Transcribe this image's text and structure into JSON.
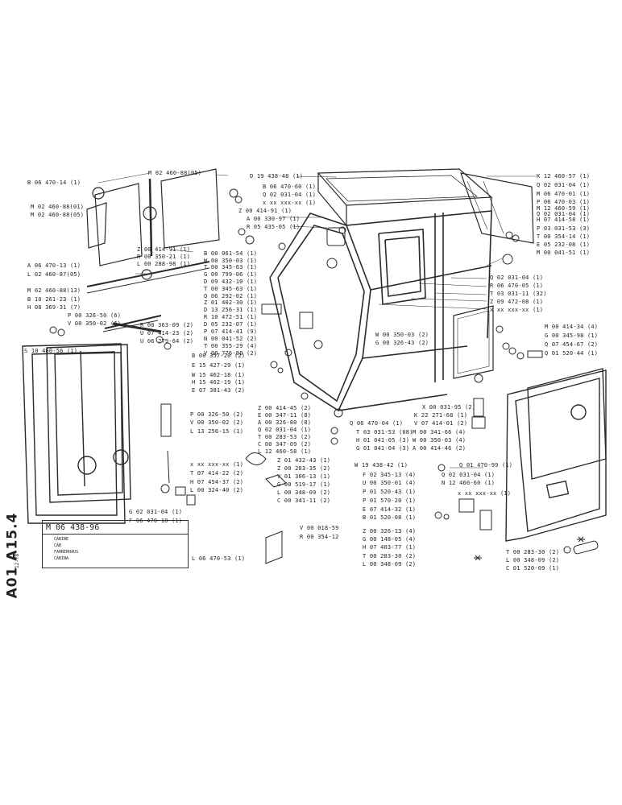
{
  "side_code": "A01 A15.4",
  "date_code": "12-78",
  "title_block": {
    "part_number": "M 06 438-96",
    "captions": [
      "CABINE",
      "CAB",
      "FAHRERHAUS",
      "CABINA"
    ]
  },
  "bottom_ref": "L 06 470-53 (1)",
  "labels": [
    {
      "t": "B 06 470-14 (1)"
    },
    {
      "t": "M 02 460-88(05)"
    },
    {
      "t": "M 02 460-88(01)"
    },
    {
      "t": "M 02 460-88(05)"
    },
    {
      "t": "Z 00 414-91 (1)"
    },
    {
      "t": "R 00 350-21 (1)"
    },
    {
      "t": "L 00 288-98 (1)"
    },
    {
      "t": "A 06 470-13 (1)"
    },
    {
      "t": "L 02 460-87(05)"
    },
    {
      "t": "M 02 460-88(13)"
    },
    {
      "t": "B 10 261-23 (1)"
    },
    {
      "t": "H 08 369-31 (7)"
    },
    {
      "t": "D 19 438-48 (1)"
    },
    {
      "t": "B 06 470-60 (1)"
    },
    {
      "t": "Q 02 031-04 (1)"
    },
    {
      "t": "x xx xxx-xx (1)"
    },
    {
      "t": "Z 00 414-91 (1)"
    },
    {
      "t": "A 00 330-97 (1)"
    },
    {
      "t": "R 05 435-05 (1)"
    },
    {
      "t": "B 00 061-54 (1)"
    },
    {
      "t": "W 00 350-03 (1)"
    },
    {
      "t": "T 00 345-63 (1)"
    },
    {
      "t": "G 00 799-06 (1)"
    },
    {
      "t": "D 09 432-10 (1)"
    },
    {
      "t": "T 00 345-63 (1)"
    },
    {
      "t": "Q 06 292-02 (1)"
    },
    {
      "t": "Z 01 402-30 (1)"
    },
    {
      "t": "D 13 256-31 (1)"
    },
    {
      "t": "R 10 472-51 (1)"
    },
    {
      "t": "D 05 232-07 (1)"
    },
    {
      "t": "P 07 414-41 (9)"
    },
    {
      "t": "N 00 041-52 (2)"
    },
    {
      "t": "T 00 355-29 (4)"
    },
    {
      "t": "V 00 776-88 (2)"
    },
    {
      "t": "P 00 326-50 (6)"
    },
    {
      "t": "V 00 350-02 (6)"
    },
    {
      "t": "R 00 363-09 (2)"
    },
    {
      "t": "U 07 414-23 (2)"
    },
    {
      "t": "U 06 279-64 (2)"
    },
    {
      "t": "S 10 460-56 (1)"
    },
    {
      "t": "B 00 357-20 (2)"
    },
    {
      "t": "E 15 427-29 (1)"
    },
    {
      "t": "W 15 462-18 (1)"
    },
    {
      "t": "H 15 462-19 (1)"
    },
    {
      "t": "E 07 381-43 (2)"
    },
    {
      "t": "P 00 326-50 (2)"
    },
    {
      "t": "V 00 350-02 (2)"
    },
    {
      "t": "L 13 256-15 (1)"
    },
    {
      "t": "x xx xxx-xx (1)"
    },
    {
      "t": "T 07 414-22 (2)"
    },
    {
      "t": "H 07 454-37 (2)"
    },
    {
      "t": "L 00 324-40 (2)"
    },
    {
      "t": "G 02 031-04 (1)"
    },
    {
      "t": "F 06 470-18 (1)"
    },
    {
      "t": "Z 00 414-45 (2)"
    },
    {
      "t": "E 00 347-11 (8)"
    },
    {
      "t": "A 00 326-80 (8)"
    },
    {
      "t": "Q 02 031-04 (1)"
    },
    {
      "t": "T 00 283-53 (2)"
    },
    {
      "t": "C 00 347-09 (2)"
    },
    {
      "t": "L 12 460-58 (1)"
    },
    {
      "t": "Z 01 432-43 (1)"
    },
    {
      "t": "Z 00 283-35 (2)"
    },
    {
      "t": "V 01 306-13 (1)"
    },
    {
      "t": "G 00 519-17 (1)"
    },
    {
      "t": "L 00 348-09 (2)"
    },
    {
      "t": "C 00 341-11 (2)"
    },
    {
      "t": "V 00 018-59"
    },
    {
      "t": "R 00 354-12"
    },
    {
      "t": "W 00 350-03 (2)"
    },
    {
      "t": "G 00 326-43 (2)"
    },
    {
      "t": "X 00 031-95 (2)"
    },
    {
      "t": "K 22 271-68 (1)"
    },
    {
      "t": "Q 06 470-04 (1)"
    },
    {
      "t": "V 07 414-01 (2)"
    },
    {
      "t": "T 03 031-53 (08)"
    },
    {
      "t": "M 00 341-66 (4)"
    },
    {
      "t": "H 01 041-05 (3)"
    },
    {
      "t": "W 00 350-03 (4)"
    },
    {
      "t": "G 01 041-04 (3)"
    },
    {
      "t": "A 00 414-46 (2)"
    },
    {
      "t": "K 12 460-57 (1)"
    },
    {
      "t": "Q 02 031-04 (1)"
    },
    {
      "t": "M 06 470-01 (1)"
    },
    {
      "t": "P 06 470-03 (1)"
    },
    {
      "t": "M 12 460-59 (1)"
    },
    {
      "t": "Q 02 031-04 (1)"
    },
    {
      "t": "H 07 414-58 (1)"
    },
    {
      "t": "P 03 031-53 (3)"
    },
    {
      "t": "T 00 354-14 (1)"
    },
    {
      "t": "E 05 232-08 (1)"
    },
    {
      "t": "M 00 041-51 (1)"
    },
    {
      "t": "Q 02 031-04 (1)"
    },
    {
      "t": "R 06 470-05 (1)"
    },
    {
      "t": "T 03 031-11 (32)"
    },
    {
      "t": "Z 09 472-08 (1)"
    },
    {
      "t": "x xx xxx-xx (1)"
    },
    {
      "t": "M 00 414-34 (4)"
    },
    {
      "t": "G 00 345-98 (1)"
    },
    {
      "t": "Q 07 454-67 (2)"
    },
    {
      "t": "Q 01 520-44 (1)"
    },
    {
      "t": "W 19 438-42 (1)"
    },
    {
      "t": "Q 01 470-99 (1)"
    },
    {
      "t": "F 02 345-13 (4)"
    },
    {
      "t": "Q 02 031-04 (1)"
    },
    {
      "t": "U 00 350-01 (4)"
    },
    {
      "t": "N 12 460-60 (1)"
    },
    {
      "t": "P 01 520-43 (1)"
    },
    {
      "t": "x xx xxx-xx (1)"
    },
    {
      "t": "P 01 570-20 (1)"
    },
    {
      "t": "E 07 414-32 (1)"
    },
    {
      "t": "B 01 520-08 (1)"
    },
    {
      "t": "Z 00 326-13 (4)"
    },
    {
      "t": "G 00 148-05 (4)"
    },
    {
      "t": "H 07 403-77 (1)"
    },
    {
      "t": "T 00 283-30 (2)"
    },
    {
      "t": "L 00 348-09 (2)"
    },
    {
      "t": "T 00 283-30 (2)"
    },
    {
      "t": "L 00 348-09 (2)"
    },
    {
      "t": "C 01 520-09 (1)"
    }
  ]
}
